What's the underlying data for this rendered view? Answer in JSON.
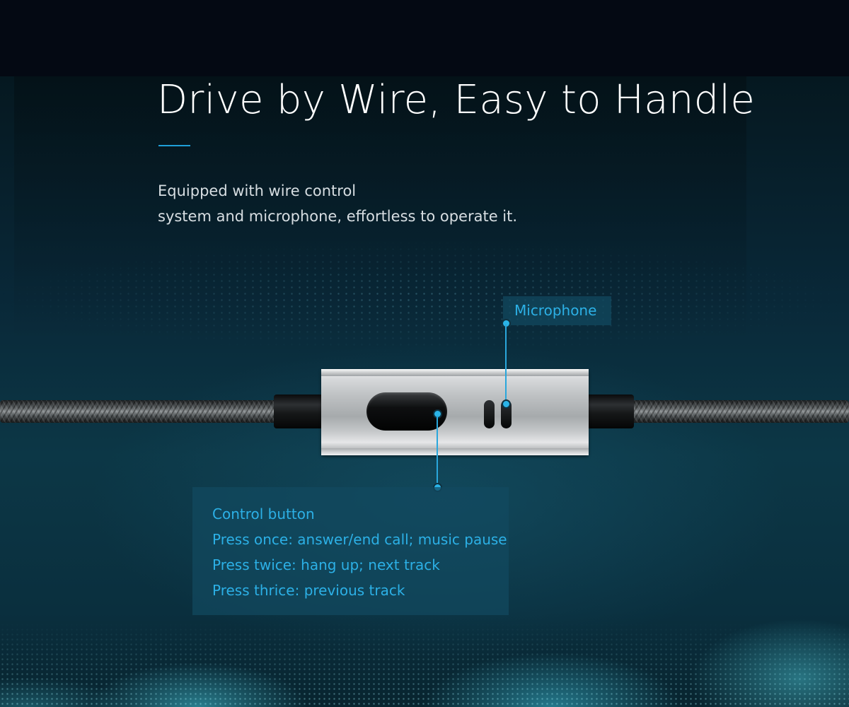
{
  "header": {
    "title": "Drive by Wire, Easy to Handle",
    "description_lines": [
      "Equipped with wire control",
      "system and microphone, effortless to operate it."
    ]
  },
  "callouts": {
    "microphone": {
      "label": "Microphone"
    },
    "control_button": {
      "title": "Control button",
      "lines": [
        "Press once: answer/end call; music pause",
        "Press twice: hang up; next track",
        "Press thrice: previous track"
      ]
    }
  },
  "colors": {
    "accent": "#2cb0e6",
    "title": "#ffffff",
    "background_dark": "#040913",
    "background": "#0c3746"
  }
}
